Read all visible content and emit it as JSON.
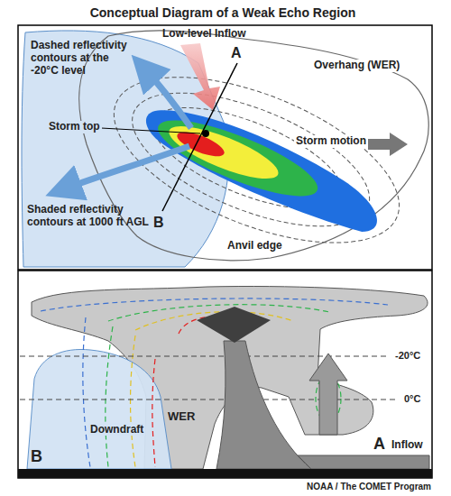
{
  "diagram": {
    "title": "Conceptual Diagram of a Weak Echo Region",
    "nodes": [
      {
        "text": [
          "WER"
        ]
      },
      {
        "text": [
          "Downdraft"
        ]
      }
    ],
    "labels": [
      "Low-level Inflow",
      "A",
      "Overhang (WER)",
      "Dashed reflectivity contours at the -20°C level",
      "Storm top",
      "Storm motion",
      "Shaded reflectivity contours at 1000 ft AGL",
      "B",
      "Anvil edge",
      "-20°C",
      "0°C",
      "B",
      "A",
      "Inflow",
      "NOAA / The COMET Program"
    ]
  }
}
